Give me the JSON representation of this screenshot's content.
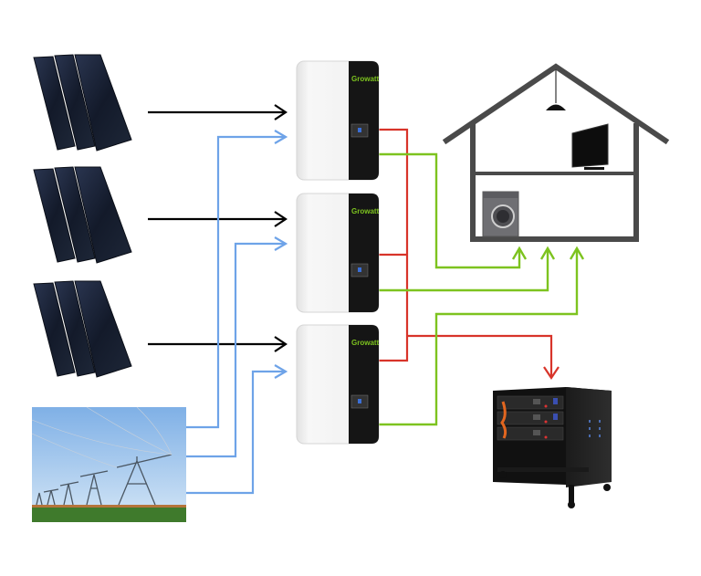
{
  "diagram": {
    "title": "Parallel hybrid solar inverter system",
    "colors": {
      "pv_line": "#000000",
      "grid_line": "#6ea3e8",
      "battery_line": "#d8342a",
      "load_line": "#7dc31f",
      "house_outline": "#4a4a4a",
      "inverter_body": "#f4f4f4",
      "inverter_panel": "#151515"
    },
    "inverters": [
      {
        "id": "inverter-1",
        "brand": "Growatt"
      },
      {
        "id": "inverter-2",
        "brand": "Growatt"
      },
      {
        "id": "inverter-3",
        "brand": "Growatt"
      }
    ],
    "solar_arrays": [
      {
        "id": "solar-array-1",
        "panels": 3
      },
      {
        "id": "solar-array-2",
        "panels": 3
      },
      {
        "id": "solar-array-3",
        "panels": 3
      }
    ],
    "sources": {
      "grid": "power-grid-pylons",
      "battery": "battery-rack"
    },
    "house": {
      "appliances": [
        "ceiling-lamp",
        "television",
        "washing-machine"
      ]
    }
  }
}
